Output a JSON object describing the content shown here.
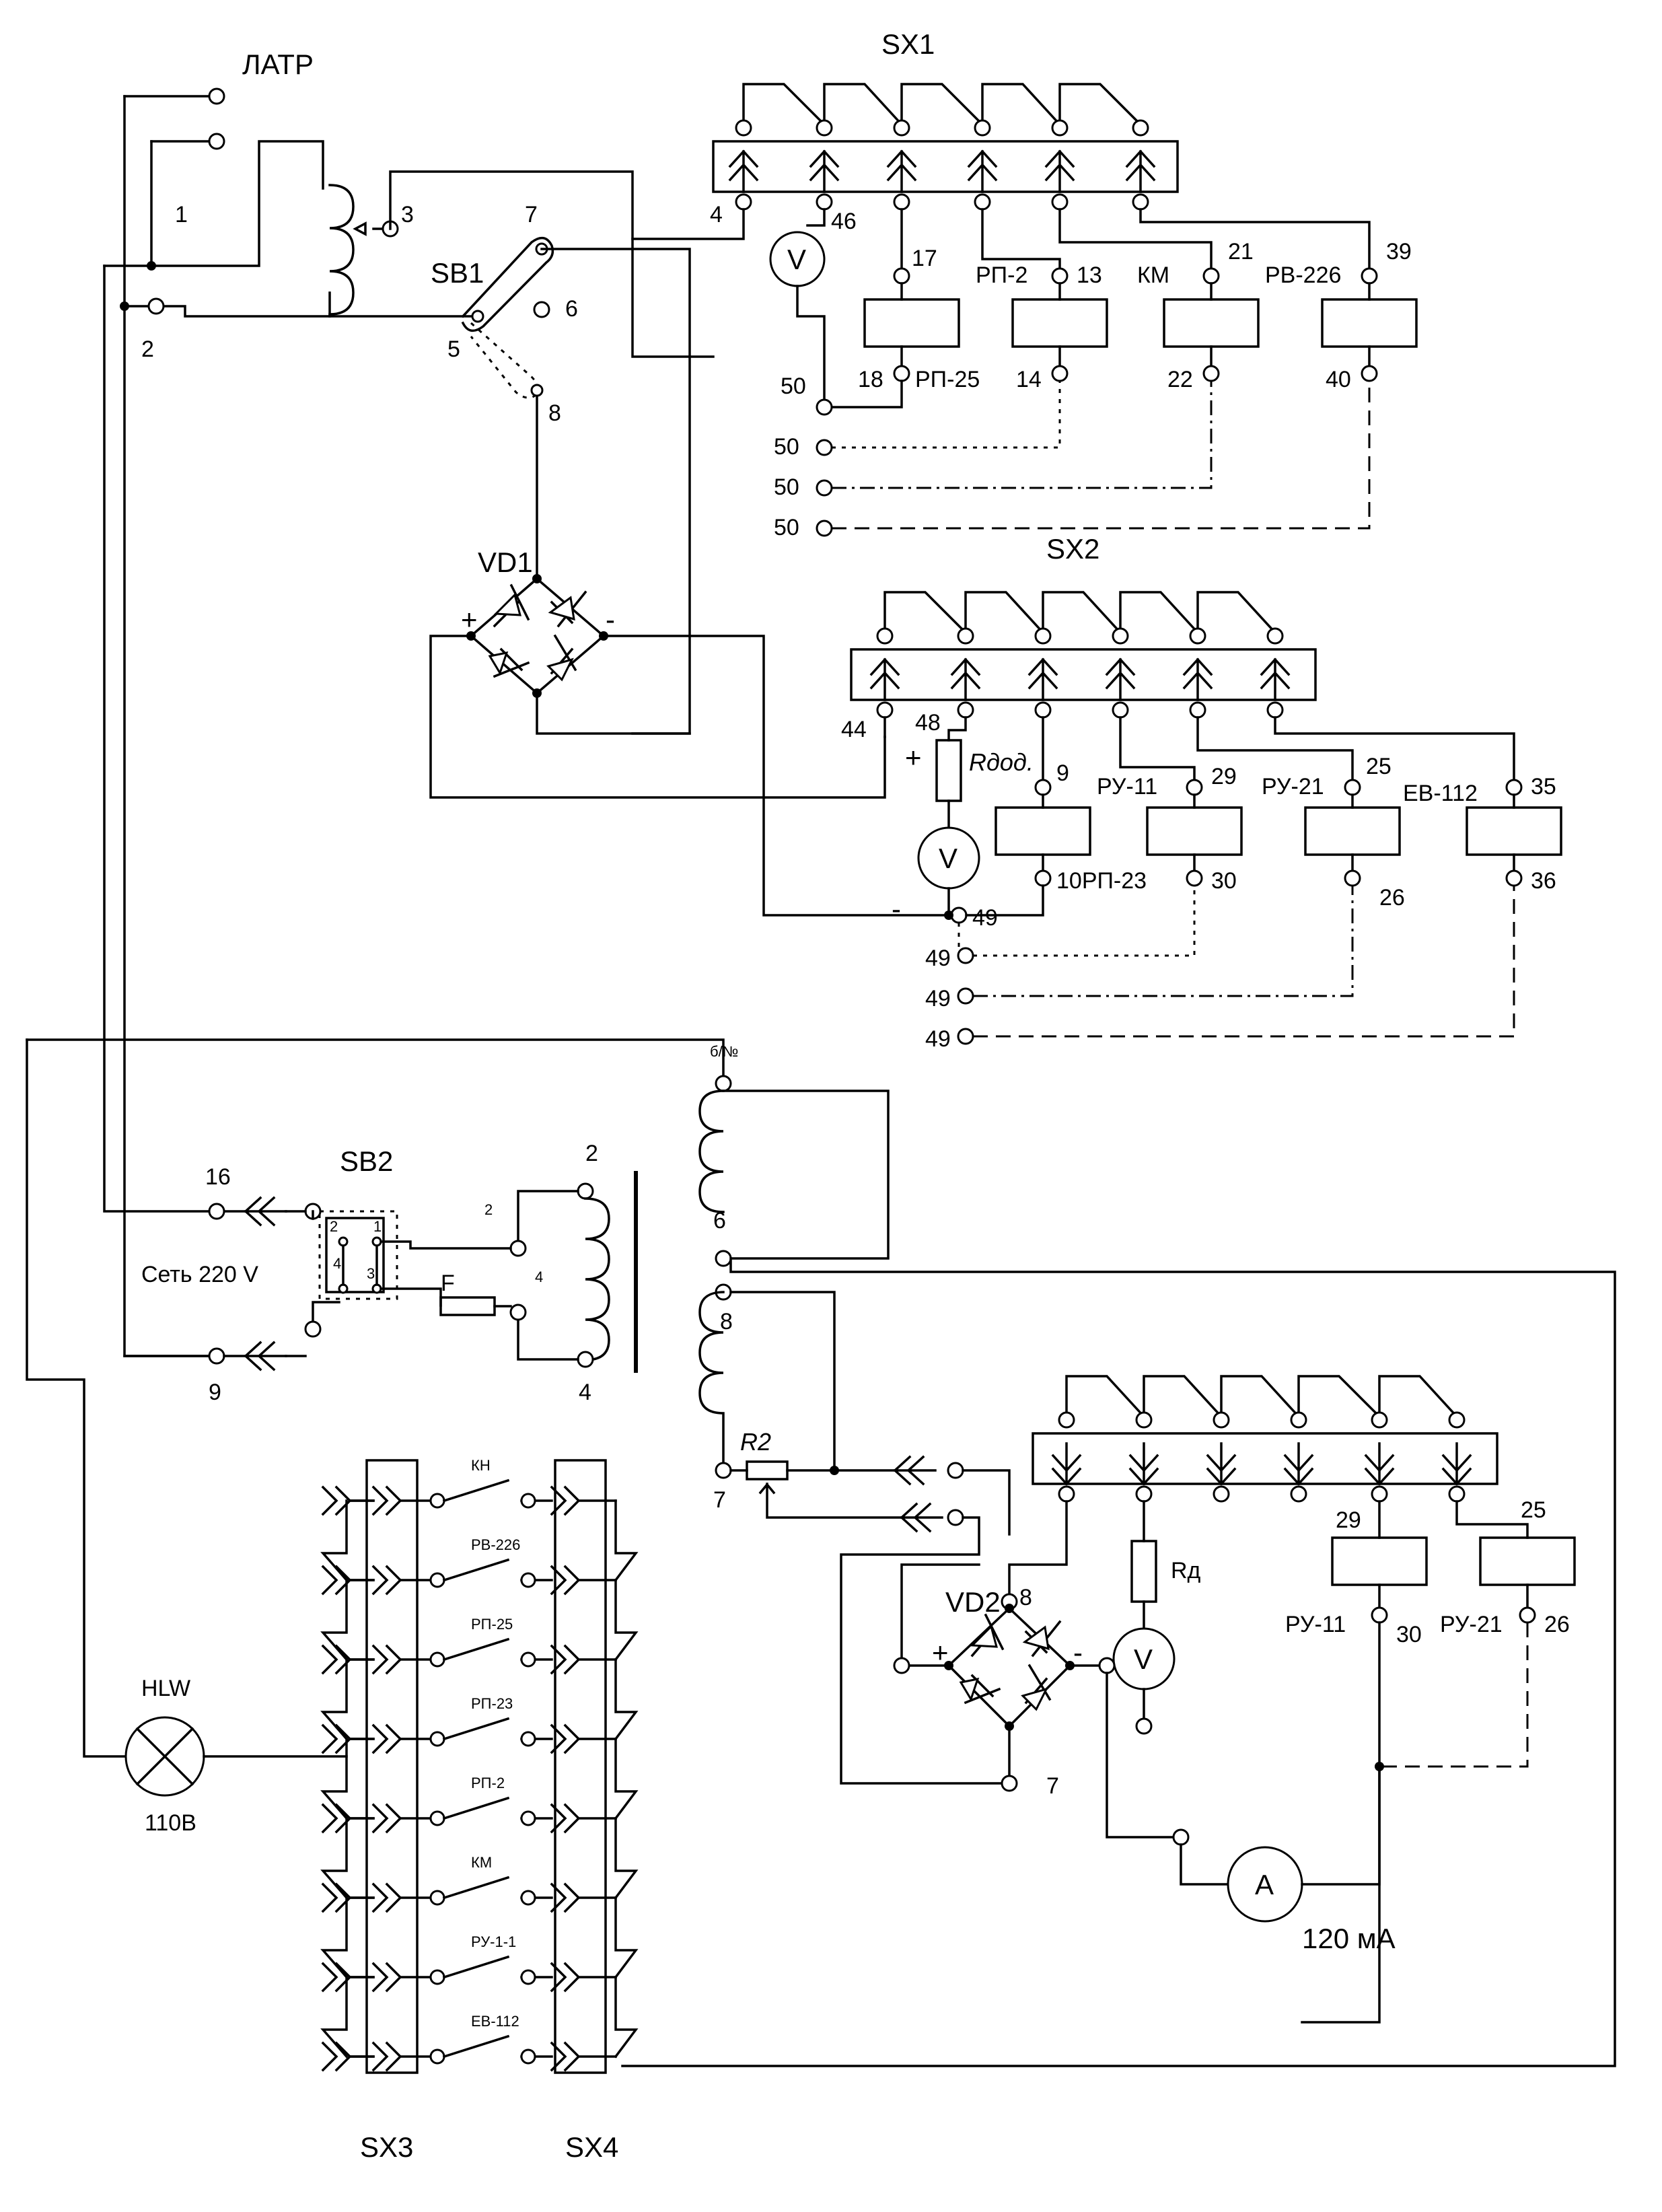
{
  "labels": {
    "latr": "ЛАТР",
    "sx1": "SX1",
    "sx2": "SX2",
    "sx3": "SX3",
    "sx4": "SX4",
    "sb1": "SB1",
    "sb2": "SB2",
    "vd1": "VD1",
    "vd2": "VD2",
    "hlw": "HLW",
    "hlw_voltage": "110В",
    "mains": "Сеть 220 V",
    "fuse": "F",
    "r2": "R2",
    "rd": "Rд",
    "r_add": "Rдод.",
    "voltmeter": "V",
    "ammeter": "A",
    "ammeter_range": "120 мА",
    "plus": "+",
    "minus": "-"
  },
  "latr_pins": {
    "p1": "1",
    "p2": "2",
    "p3": "3"
  },
  "sb1_pins": {
    "p5": "5",
    "p6": "6",
    "p7": "7",
    "p8": "8"
  },
  "sx1_terminals": {
    "t4": "4",
    "t46": "46",
    "t17": "17",
    "t13": "13",
    "t21": "21",
    "t39": "39",
    "t18": "18",
    "t14": "14",
    "t22": "22",
    "t40": "40",
    "t50": "50"
  },
  "sx1_relays": {
    "rp2": "РП-2",
    "km": "КМ",
    "rv226": "РВ-226",
    "rp25": "РП-25"
  },
  "sx2_terminals": {
    "t44": "44",
    "t48": "48",
    "t9": "9",
    "t29": "29",
    "t25": "25",
    "t35": "35",
    "t30": "30",
    "t26": "26",
    "t36": "36",
    "t49": "49",
    "t10rp23": "10РП-23"
  },
  "sx2_relays": {
    "ru11": "РУ-11",
    "ru21": "РУ-21",
    "ev112": "ЕВ-112"
  },
  "transformer": {
    "top_tap": "б/№",
    "t6": "6",
    "t8": "8",
    "t7": "7",
    "p2": "2",
    "p4": "4"
  },
  "sb2": {
    "c1": "1",
    "c2": "2",
    "c3": "3",
    "c4": "4",
    "in2": "2",
    "in4": "4"
  },
  "mains_pins": {
    "p16": "16",
    "p9": "9"
  },
  "lower_block": {
    "t29": "29",
    "t25": "25",
    "t30": "30",
    "t26": "26",
    "ru11": "РУ-11",
    "ru21": "РУ-21",
    "vd2_t8": "8",
    "vd2_t7": "7"
  },
  "sx3_sx4_contacts": [
    "КН",
    "РВ-226",
    "РП-25",
    "РП-23",
    "РП-2",
    "КМ",
    "РУ-1-1",
    "ЕВ-112"
  ]
}
